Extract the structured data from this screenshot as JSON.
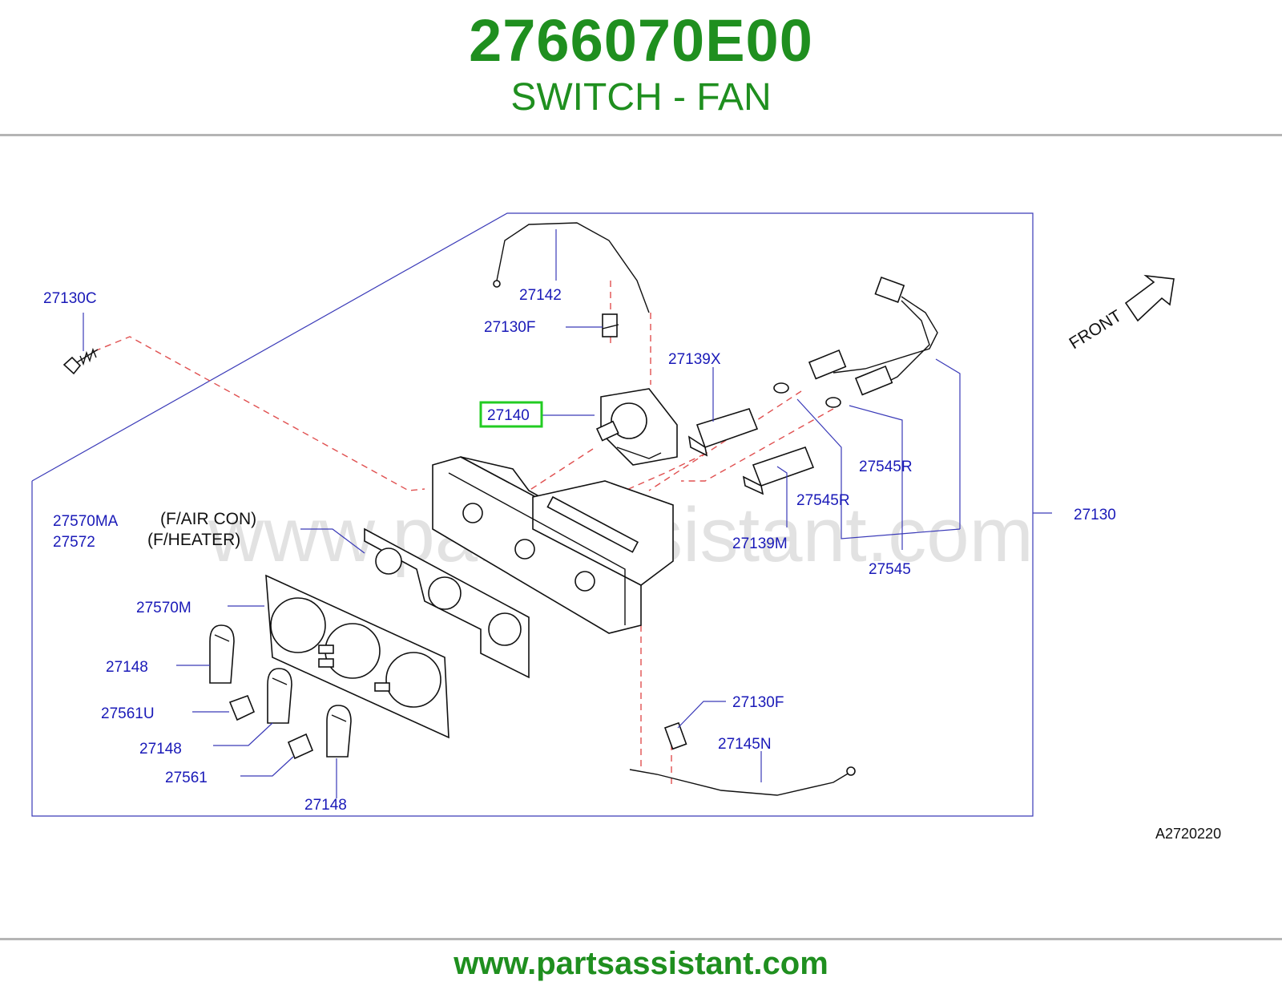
{
  "header": {
    "part_number": "2766070E00",
    "part_name": "SWITCH - FAN"
  },
  "diagram": {
    "labels": {
      "l27130C": "27130C",
      "l27142": "27142",
      "l27130F_top": "27130F",
      "l27139X": "27139X",
      "l27140": "27140",
      "l27545R_a": "27545R",
      "l27545R_b": "27545R",
      "l27130": "27130",
      "l27570MA": "27570MA",
      "l27572": "27572",
      "note_air_con": "(F/AIR  CON)",
      "note_heater": "(F/HEATER)",
      "l27139M": "27139M",
      "l27545": "27545",
      "l27570M": "27570M",
      "l27148_a": "27148",
      "l27561U": "27561U",
      "l27148_b": "27148",
      "l27561": "27561",
      "l27148_c": "27148",
      "l27130F_bottom": "27130F",
      "l27145N": "27145N"
    },
    "front_label": "FRONT",
    "diagram_code": "A2720220",
    "watermark": "www.partsassistant.com",
    "highlight_color": "#22cc22"
  },
  "footer": {
    "url": "www.partsassistant.com"
  }
}
